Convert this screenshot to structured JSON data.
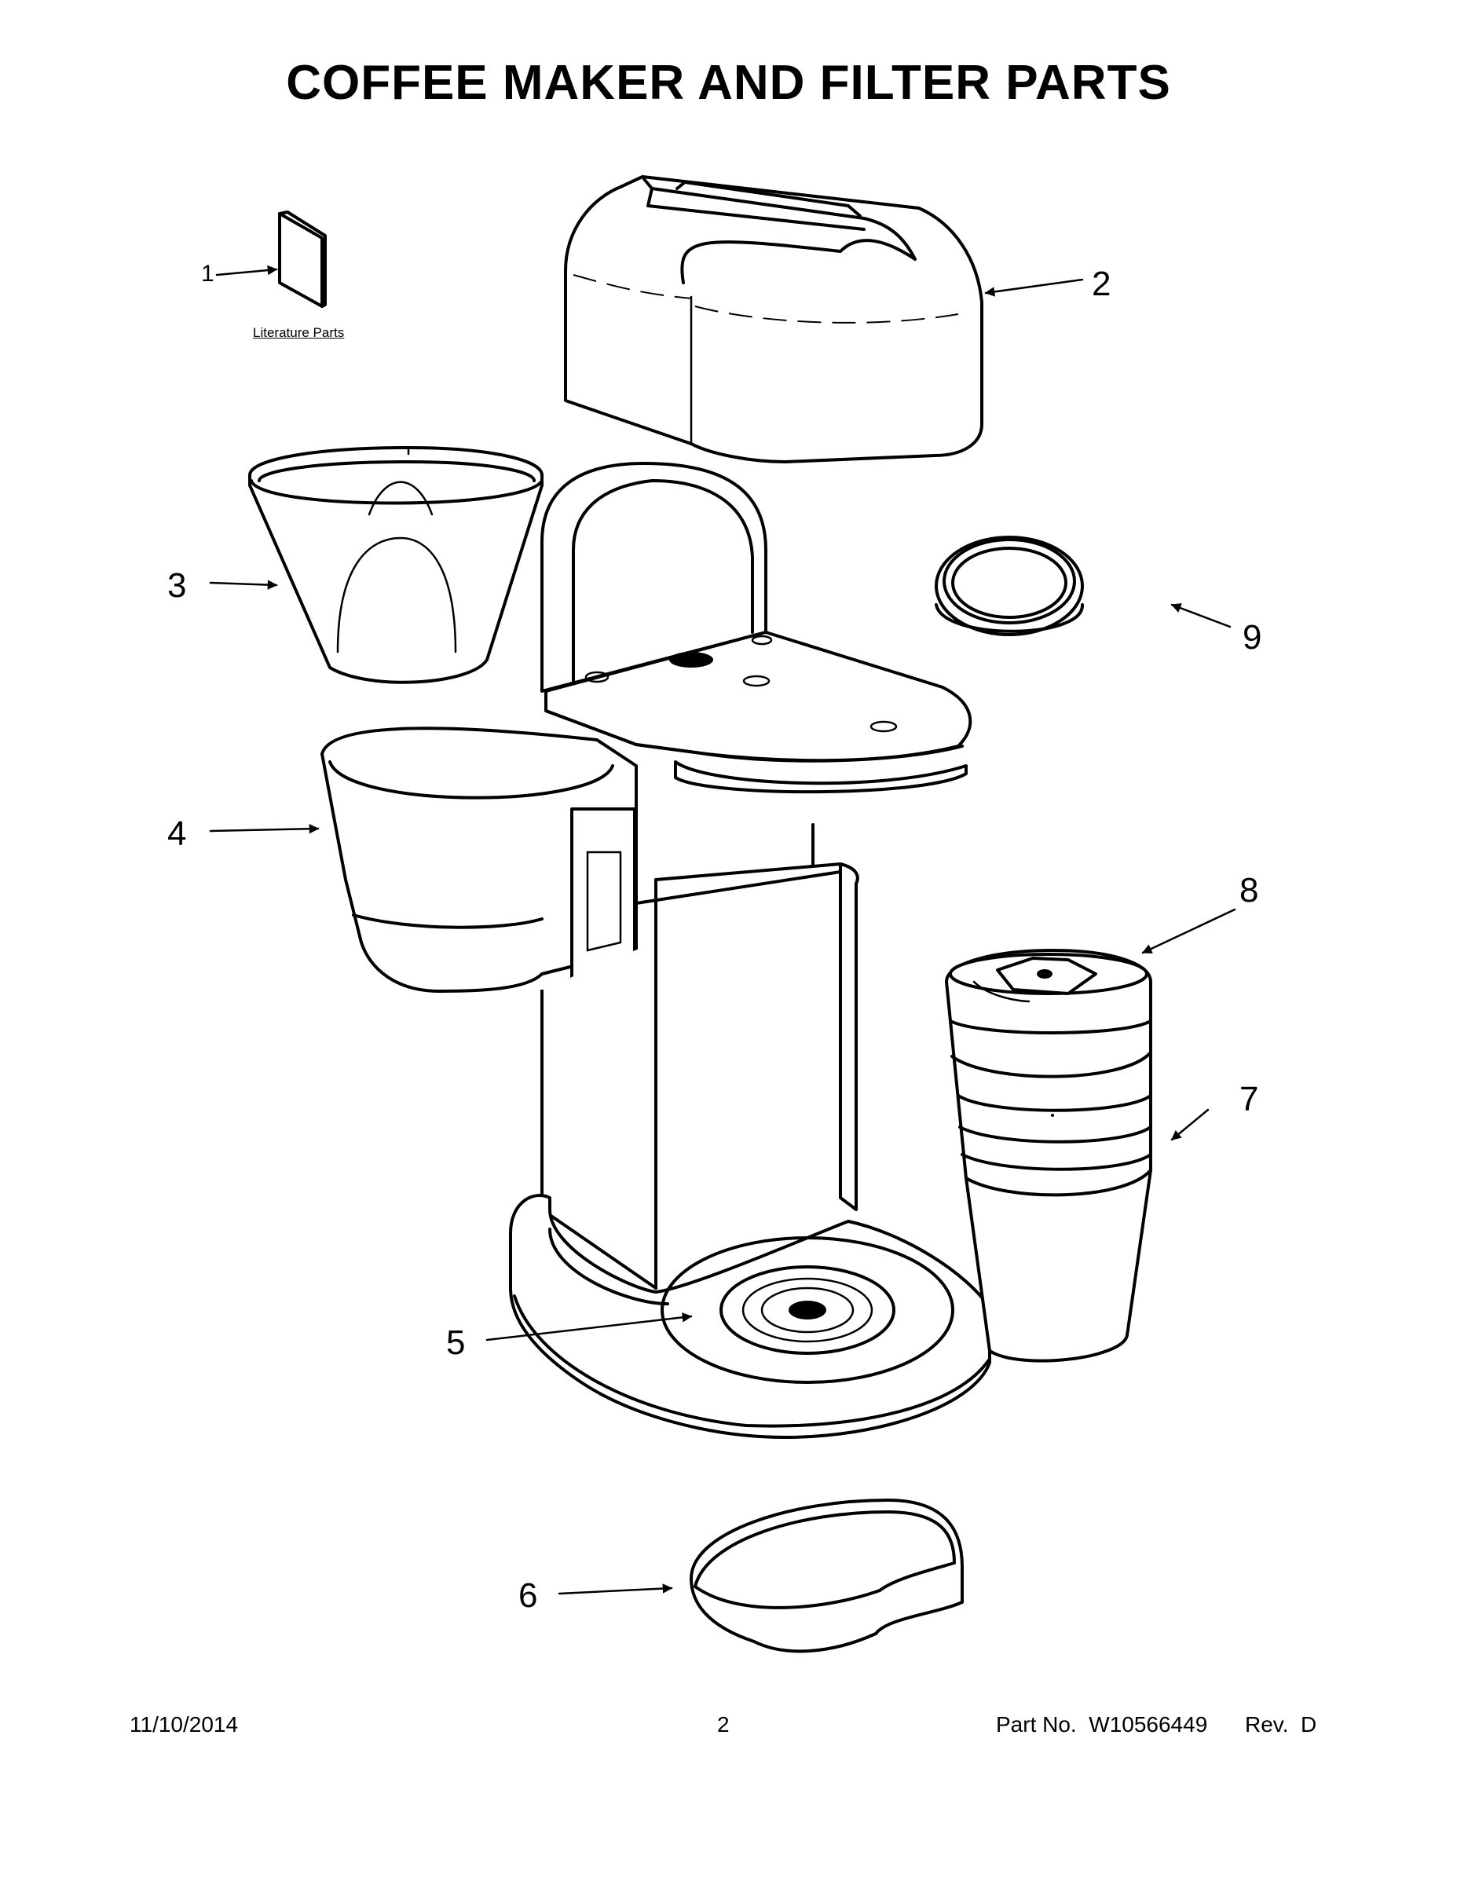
{
  "page": {
    "title": "COFFEE MAKER AND FILTER PARTS",
    "literature_label": "Literature Parts"
  },
  "callouts": [
    {
      "id": "1",
      "label": "1"
    },
    {
      "id": "2",
      "label": "2"
    },
    {
      "id": "3",
      "label": "3"
    },
    {
      "id": "4",
      "label": "4"
    },
    {
      "id": "5",
      "label": "5"
    },
    {
      "id": "6",
      "label": "6"
    },
    {
      "id": "7",
      "label": "7"
    },
    {
      "id": "8",
      "label": "8"
    },
    {
      "id": "9",
      "label": "9"
    }
  ],
  "footer": {
    "date": "11/10/2014",
    "page_number": "2",
    "part_no": "Part No.  W10566449",
    "rev": "Rev.  D"
  }
}
